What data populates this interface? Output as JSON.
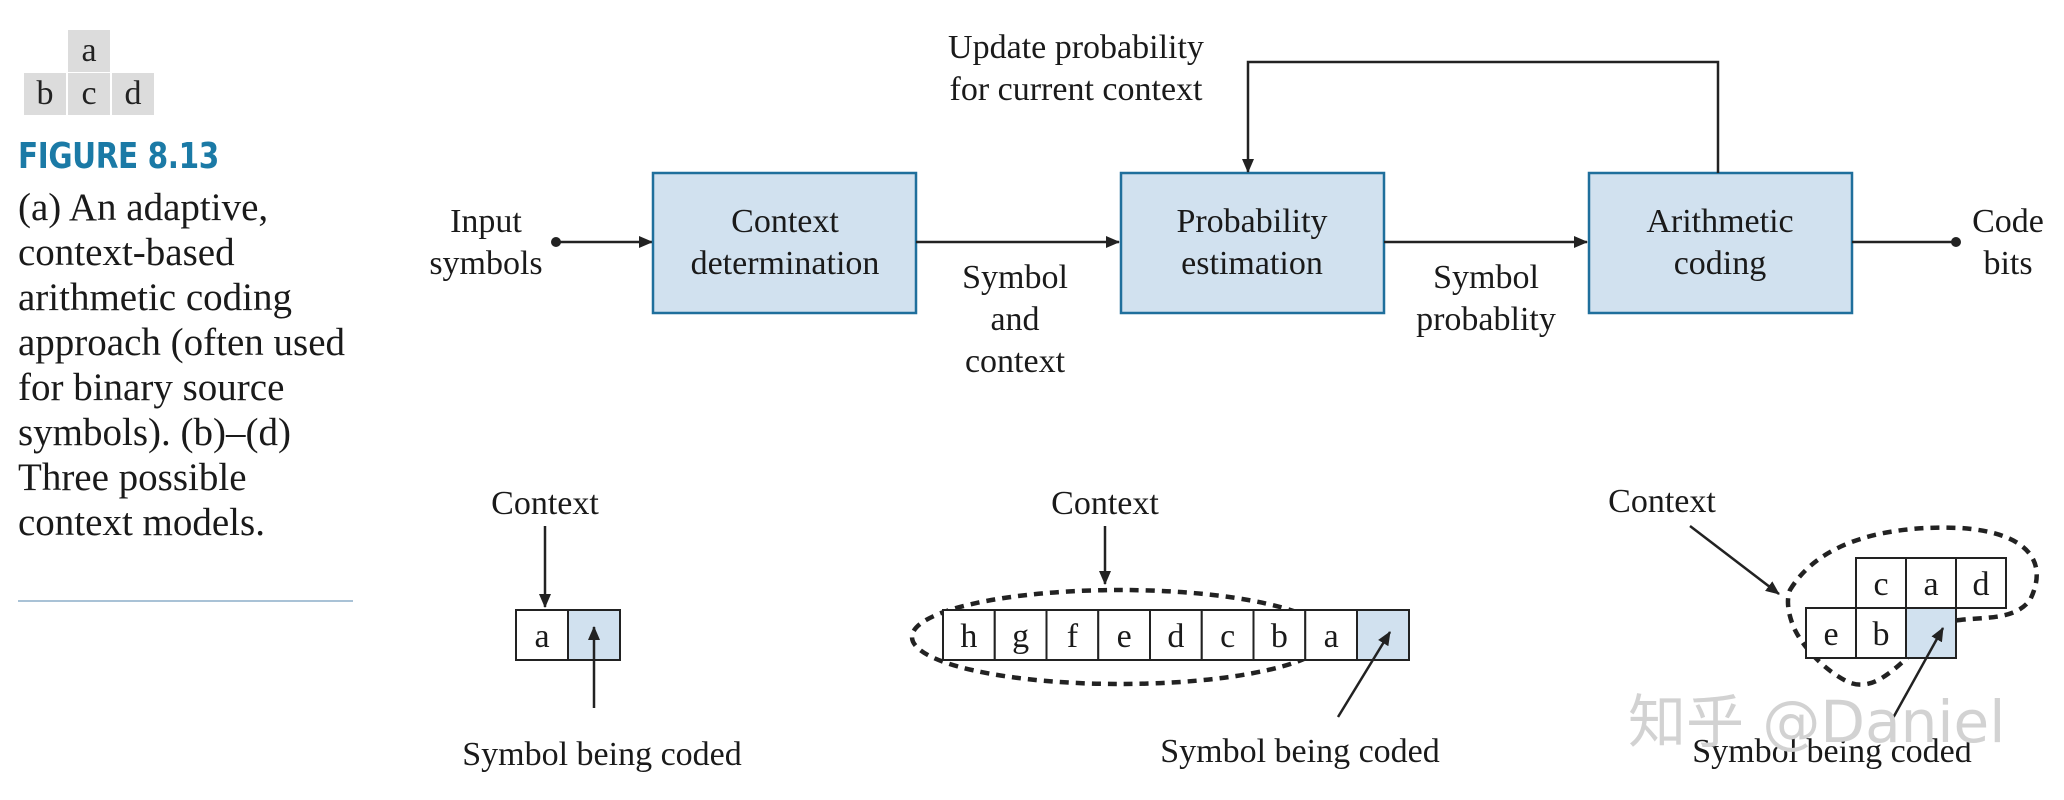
{
  "figure": {
    "label": "FIGURE 8.13",
    "caption": "(a) An adaptive, context-based arithmetic coding approach (often used for binary source symbols). (b)–(d) Three possible context models.",
    "icon_grid": {
      "top": "a",
      "bottom": [
        "b",
        "c",
        "d"
      ]
    }
  },
  "diagram": {
    "input_label": [
      "Input",
      "symbols"
    ],
    "blocks": [
      {
        "id": "context",
        "lines": [
          "Context",
          "determination"
        ]
      },
      {
        "id": "prob",
        "lines": [
          "Probability",
          "estimation"
        ]
      },
      {
        "id": "arith",
        "lines": [
          "Arithmetic",
          "coding"
        ]
      }
    ],
    "edge_labels": {
      "symbol_context": [
        "Symbol",
        "and",
        "context"
      ],
      "symbol_prob": [
        "Symbol",
        "probablity"
      ],
      "update": [
        "Update probability",
        "for current context"
      ]
    },
    "output_label": [
      "Code",
      "bits"
    ]
  },
  "models": {
    "context_label": "Context",
    "symbol_label": "Symbol being coded",
    "b_cells": [
      "a"
    ],
    "c_cells": [
      "h",
      "g",
      "f",
      "e",
      "d",
      "c",
      "b",
      "a"
    ],
    "d_top": [
      "c",
      "a",
      "d"
    ],
    "d_bottom": [
      "e",
      "b"
    ]
  },
  "watermark": "知乎 @Daniel",
  "colors": {
    "box_fill": "#d1e1ef",
    "box_stroke": "#1f6f9c",
    "heading": "#1b7aa6"
  }
}
